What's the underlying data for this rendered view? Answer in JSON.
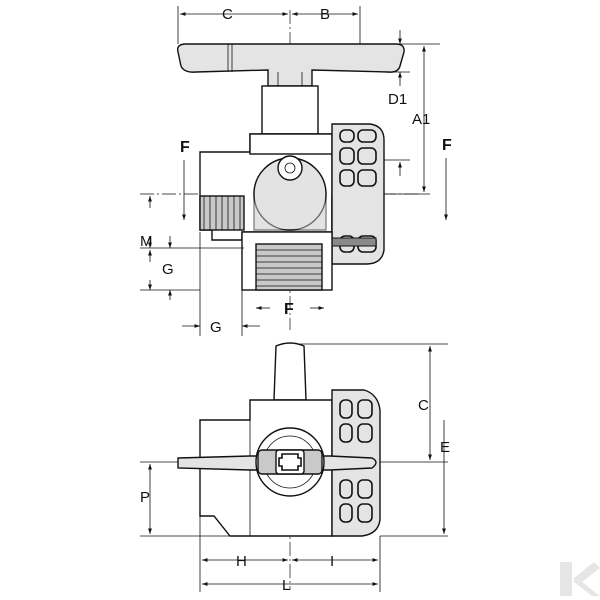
{
  "labels": {
    "c_top": "C",
    "b_top": "B",
    "d1": "D1",
    "a1": "A1",
    "f_left": "F",
    "f_right": "F",
    "f_bottom": "F",
    "m": "M",
    "g_left": "G",
    "g_bottom": "G",
    "c_right": "C",
    "e": "E",
    "p": "P",
    "h": "H",
    "i": "I",
    "l": "L"
  },
  "logo": {
    "name": "brand-k-logo"
  }
}
